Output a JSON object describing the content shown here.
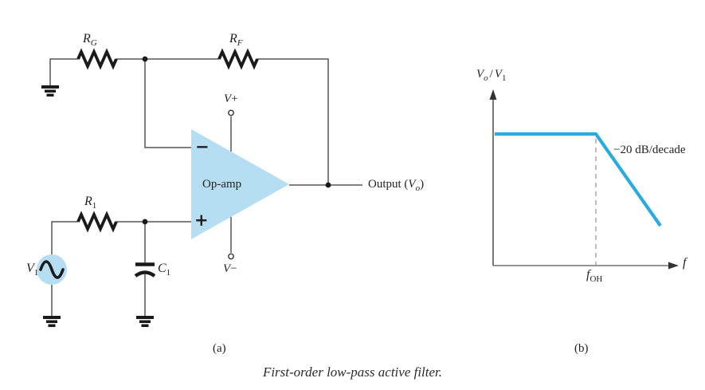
{
  "figure": {
    "caption": "First-order low-pass active filter.",
    "panel_a": "(a)",
    "panel_b": "(b)"
  },
  "circuit": {
    "labels": {
      "rg": {
        "main": "R",
        "sub": "G"
      },
      "rf": {
        "main": "R",
        "sub": "F"
      },
      "r1": {
        "main": "R",
        "sub": "1"
      },
      "c1": {
        "main": "C",
        "sub": "1"
      },
      "v1": {
        "main": "V",
        "sub": "1"
      },
      "vplus": {
        "v": "V",
        "sign": "+"
      },
      "vminus": {
        "v": "V",
        "sign": "−"
      },
      "opamp": "Op-amp",
      "inverting_input": "−",
      "noninverting_input": "+",
      "output": {
        "pre": "Output (",
        "v": "V",
        "sub": "o",
        "post": ")"
      }
    },
    "colors": {
      "fill_blue": "#b5def2",
      "wire_gray": "#55565a",
      "component_black": "#1a1a1a"
    }
  },
  "chart_data": {
    "type": "line",
    "title": "",
    "xlabel": "f",
    "ylabel": "V_o / V_1",
    "x_tick_labels": [
      "f_OH"
    ],
    "annotations": [
      "−20 dB/decade"
    ],
    "legend": "none",
    "grid": false,
    "series": [
      {
        "name": "low-pass frequency response",
        "color": "#29abe2",
        "points_normalized": [
          [
            0.0,
            1.0
          ],
          [
            0.6,
            1.0
          ],
          [
            0.98,
            0.3
          ]
        ],
        "description": "Gain V_o/V_1 is flat from f = 0 up to cutoff f_OH (marked by dashed vertical line), then rolls off linearly at −20 dB/decade"
      }
    ]
  },
  "graph_labels": {
    "ylabel": {
      "v1": "V",
      "sub1": "o",
      "sep": "/",
      "v2": "V",
      "sub2": "1"
    },
    "slope": "−20 dB/decade",
    "cutoff": {
      "main": "f",
      "sub": "OH"
    },
    "xlabel": "f"
  }
}
